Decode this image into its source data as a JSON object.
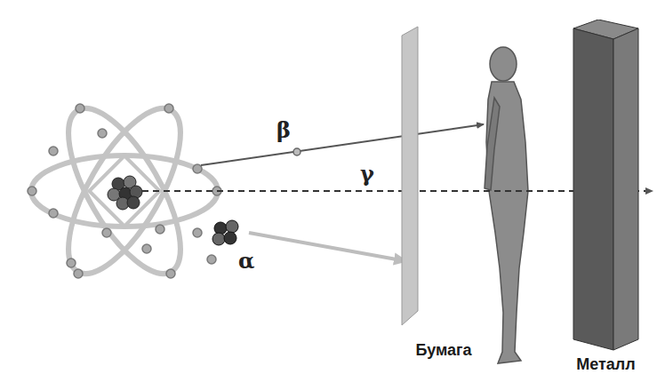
{
  "diagram": {
    "nodes": [
      {
        "text": [
          "Бумага"
        ]
      },
      {
        "text": [
          "Металл"
        ]
      }
    ],
    "labels": [
      "β",
      "γ",
      "α"
    ]
  }
}
